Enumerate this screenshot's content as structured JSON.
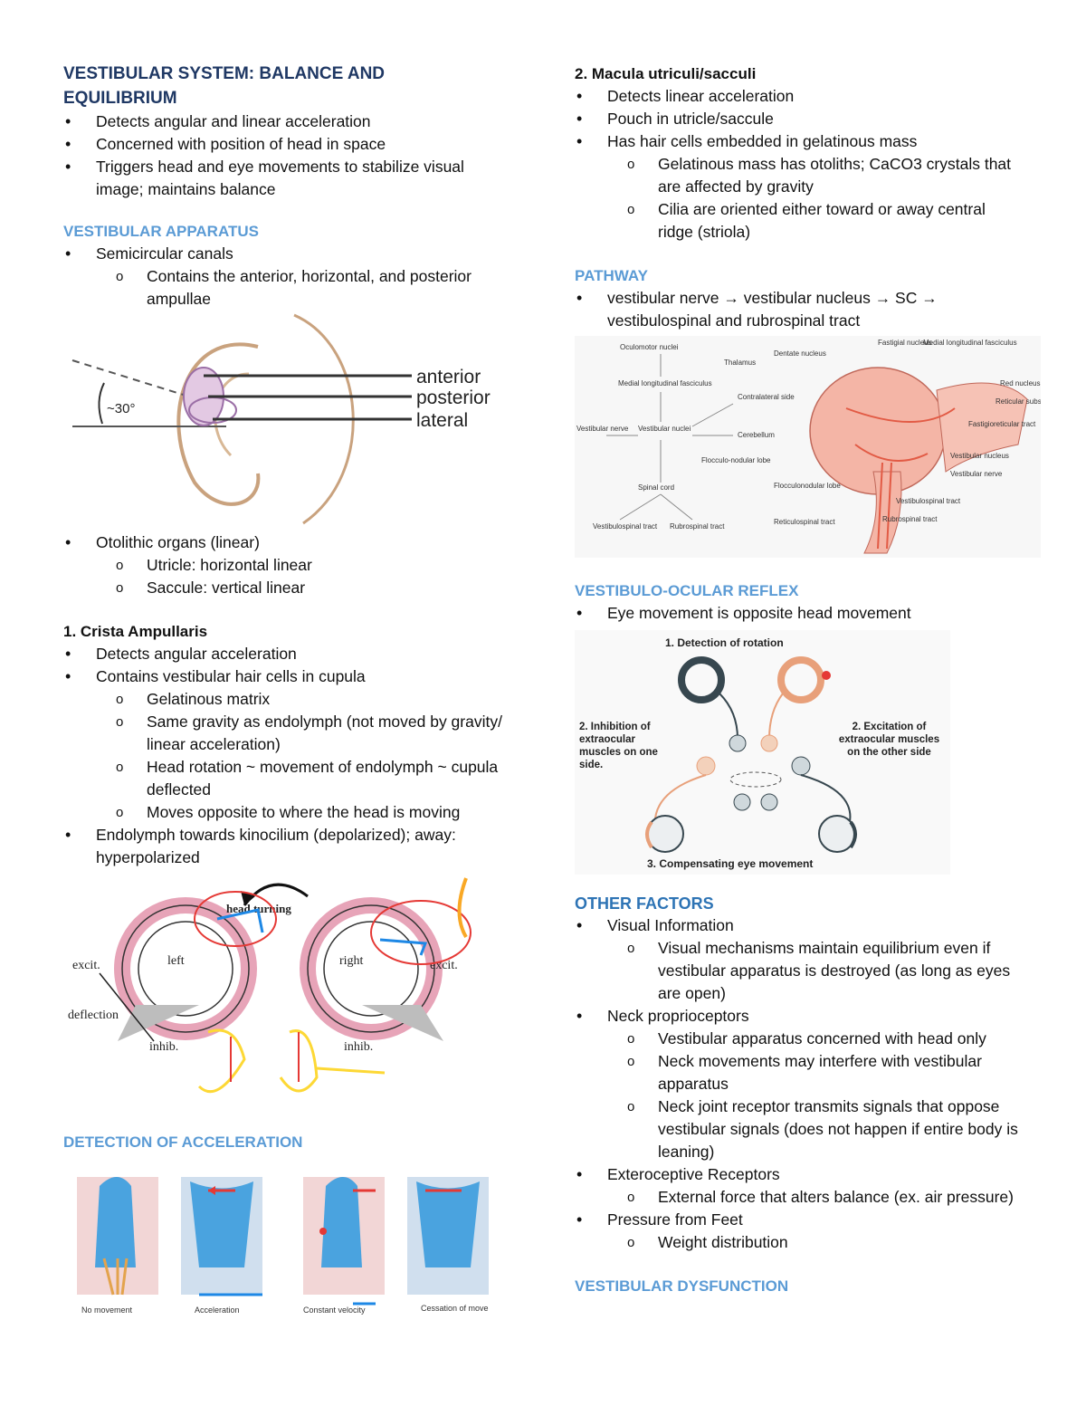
{
  "left": {
    "title": "VESTIBULAR SYSTEM: BALANCE AND EQUILIBRIUM",
    "intro_bullets": [
      "Detects angular and linear acceleration",
      "Concerned with position of head in space",
      "Triggers head and eye movements to stabilize visual image; maintains balance"
    ],
    "apparatus_heading": "VESTIBULAR APPARATUS",
    "semicircular": "Semicircular canals",
    "semicircular_sub": "Contains the anterior, horizontal, and posterior ampullae",
    "ear_labels": [
      "anterior",
      "posterior",
      "lateral"
    ],
    "ear_angle": "~30°",
    "otolithic": "Otolithic organs (linear)",
    "utricle": "Utricle: horizontal linear",
    "saccule": "Saccule: vertical linear",
    "crista_heading": "1. Crista Ampullaris",
    "crista_bullets": [
      "Detects angular acceleration",
      "Contains vestibular hair cells in cupula"
    ],
    "crista_sub": [
      "Gelatinous matrix",
      "Same gravity as endolymph (not moved by gravity/ linear acceleration)",
      "Head rotation ~ movement of endolymph ~ cupula deflected",
      "Moves opposite to where the head is moving"
    ],
    "endolymph": "Endolymph towards kinocilium (depolarized); away: hyperpolarized",
    "canal_fig": {
      "head_turning": "head turning",
      "left": "left",
      "right": "right",
      "excit_l": "excit.",
      "excit_r": "excit.",
      "deflection": "deflection",
      "inhib_l": "inhib.",
      "inhib_r": "inhib."
    },
    "detection_heading": "DETECTION OF ACCELERATION",
    "accel_captions": [
      "No movement",
      "Acceleration",
      "Constant velocity",
      "Cessation of movement"
    ]
  },
  "right": {
    "macula_heading": "2. Macula utriculi/sacculi",
    "macula_bullets": [
      "Detects linear acceleration",
      "Pouch in utricle/saccule",
      "Has hair cells embedded in gelatinous mass"
    ],
    "macula_sub": [
      "Gelatinous mass has otoliths; CaCO3 crystals that are affected by gravity",
      "Cilia are oriented either toward or away central ridge (striola)"
    ],
    "pathway_heading": "PATHWAY",
    "pathway_bullet": "vestibular nerve → vestibular nucleus → SC → vestibulospinal and rubrospinal tract",
    "pathway_fig": {
      "oculomotor": "Oculomotor nuclei",
      "mlf": "Medial longitudinal fasciculus",
      "thalamus": "Thalamus",
      "contralateral": "Contralateral side",
      "vestibular_nerve": "Vestibular nerve",
      "vestibular_nuclei": "Vestibular nuclei",
      "cerebellum": "Cerebellum",
      "flocculo": "Flocculo-nodular lobe",
      "spinal_cord": "Spinal cord",
      "vestibulospinal": "Vestibulospinal tract",
      "rubrospinal": "Rubrospinal tract",
      "dentate": "Dentate nucleus",
      "fastigial": "Fastigial nucleus",
      "mlf2": "Medial longitudinal fasciculus",
      "red": "Red nucleus",
      "reticular": "Reticular substance",
      "fastigioreticular": "Fastigioreticular tract",
      "vest_nucleus": "Vestibular nucleus",
      "vest_nerve": "Vestibular nerve",
      "flocculonodular": "Flocculonodular lobe",
      "vestibulospinal2": "Vestibulospinal tract",
      "reticulospinal": "Reticulospinal tract",
      "rubrospinal2": "Rubrospinal tract"
    },
    "vor_heading": "VESTIBULO-OCULAR REFLEX",
    "vor_bullet": "Eye movement is opposite head movement",
    "vor_fig": {
      "detection": "1. Detection of rotation",
      "inhibition": "2. Inhibition of extraocular muscles on one side.",
      "excitation": "2. Excitation of extraocular muscles on the other side",
      "compensating": "3. Compensating eye movement"
    },
    "other_heading": "OTHER FACTORS",
    "visual": "Visual Information",
    "visual_sub": "Visual mechanisms maintain equilibrium even if vestibular apparatus is destroyed (as long as eyes are open)",
    "neck": "Neck proprioceptors",
    "neck_sub": [
      "Vestibular apparatus concerned with head only",
      "Neck movements may interfere with vestibular apparatus",
      "Neck joint receptor transmits signals that oppose vestibular signals (does not happen if entire body is leaning)"
    ],
    "extero": "Exteroceptive Receptors",
    "extero_sub": "External force that alters balance (ex. air pressure)",
    "feet": "Pressure from Feet",
    "feet_sub": "Weight distribution",
    "dysfunction_heading": "VESTIBULAR DYSFUNCTION"
  },
  "colors": {
    "title": "#1f3864",
    "heading_blue": "#5b9bd5",
    "other_factors": "#2e74b5"
  }
}
